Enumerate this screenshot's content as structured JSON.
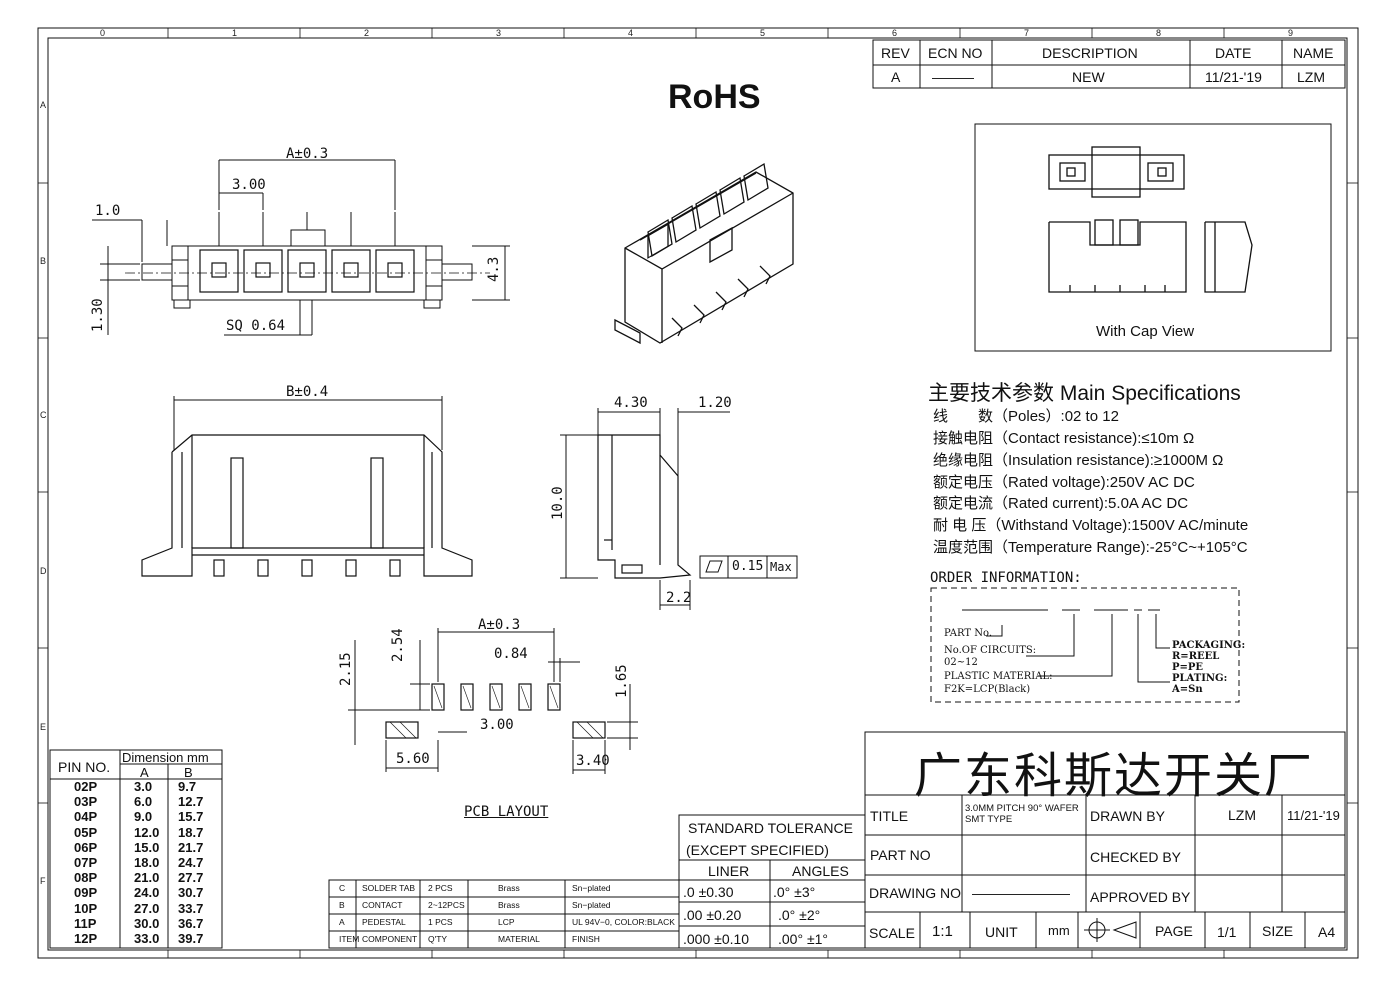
{
  "grid": {
    "columns": [
      "0",
      "1",
      "2",
      "3",
      "4",
      "5",
      "6",
      "7",
      "8",
      "9"
    ],
    "rows": [
      "A",
      "B",
      "C",
      "D",
      "E",
      "F"
    ]
  },
  "rohs": "RoHS",
  "revision_table": {
    "headers": [
      "REV",
      "ECN NO",
      "DESCRIPTION",
      "DATE",
      "NAME"
    ],
    "row": [
      "A",
      "———",
      "NEW",
      "11/21-'19",
      "LZM"
    ]
  },
  "top_view": {
    "dim_a": "A±0.3",
    "dim_pitch": "3.00",
    "dim_10": "1.0",
    "dim_43": "4.3",
    "dim_130": "1.30",
    "dim_sq": "SQ 0.64"
  },
  "front_view": {
    "dim_b": "B±0.4"
  },
  "side_view": {
    "dim_430": "4.30",
    "dim_120": "1.20",
    "dim_100": "10.0",
    "dim_22": "2.2",
    "flatness_value": "0.15",
    "flatness_max": "Max"
  },
  "pcb_layout": {
    "title": "PCB LAYOUT",
    "dim_a": "A±0.3",
    "dim_254": "2.54",
    "dim_215": "2.15",
    "dim_084": "0.84",
    "dim_165": "1.65",
    "dim_300": "3.00",
    "dim_560": "5.60",
    "dim_340": "3.40"
  },
  "cap_view_label": "With Cap View",
  "specs": {
    "title_cn": "主要技术参数",
    "title_en": "Main Specifications",
    "items": [
      {
        "cn": "线　　数",
        "en": "（Poles）:02 to 12"
      },
      {
        "cn": "接触电阻",
        "en": "（Contact resistance):≤10m Ω"
      },
      {
        "cn": "绝缘电阻",
        "en": "（Insulation resistance):≥1000M Ω"
      },
      {
        "cn": "额定电压",
        "en": "（Rated voltage):250V AC DC"
      },
      {
        "cn": "额定电流",
        "en": "（Rated current):5.0A AC DC"
      },
      {
        "cn": "耐 电 压",
        "en": "（Withstand Voltage):1500V AC/minute"
      },
      {
        "cn": "温度范围",
        "en": "（Temperature Range):-25°C~+105°C"
      }
    ]
  },
  "order_info": {
    "title": "ORDER INFORMATION:",
    "left_lines": [
      "PART No.",
      "No.OF CIRCUITS:",
      "02~12",
      "PLASTIC MATERIAL:",
      "F2K=LCP(Black)"
    ],
    "right_lines": [
      "PACKAGING:",
      "R=REEL",
      "P=PE",
      "PLATING:",
      "A=Sn"
    ]
  },
  "dimension_table": {
    "header_pin": "PIN NO.",
    "header_dim": "Dimension mm",
    "header_a": "A",
    "header_b": "B",
    "rows": [
      [
        "02P",
        "3.0",
        "9.7"
      ],
      [
        "03P",
        "6.0",
        "12.7"
      ],
      [
        "04P",
        "9.0",
        "15.7"
      ],
      [
        "05P",
        "12.0",
        "18.7"
      ],
      [
        "06P",
        "15.0",
        "21.7"
      ],
      [
        "07P",
        "18.0",
        "24.7"
      ],
      [
        "08P",
        "21.0",
        "27.7"
      ],
      [
        "09P",
        "24.0",
        "30.7"
      ],
      [
        "10P",
        "27.0",
        "33.7"
      ],
      [
        "11P",
        "30.0",
        "36.7"
      ],
      [
        "12P",
        "33.0",
        "39.7"
      ]
    ]
  },
  "bom_table": {
    "rows": [
      [
        "C",
        "SOLDER TAB",
        "2 PCS",
        "Brass",
        "Sn−plated"
      ],
      [
        "B",
        "CONTACT",
        "2~12PCS",
        "Brass",
        "Sn−plated"
      ],
      [
        "A",
        "PEDESTAL",
        "1 PCS",
        "LCP",
        "UL 94V−0, COLOR:BLACK"
      ],
      [
        "ITEM",
        "COMPONENT",
        "Q'TY",
        "MATERIAL",
        "FINISH"
      ]
    ]
  },
  "tolerance": {
    "title1": "STANDARD TOLERANCE",
    "title2": "(EXCEPT SPECIFIED)",
    "liner": "LINER",
    "angles": "ANGLES",
    "rows": [
      [
        ".0 ±0.30",
        ".0° ±3°"
      ],
      [
        ".00 ±0.20",
        ".0° ±2°"
      ],
      [
        ".000 ±0.10",
        ".00° ±1°"
      ]
    ]
  },
  "title_block": {
    "company": "广东科斯达开关厂",
    "title_label": "TITLE",
    "title_value": "3.0MM PITCH 90° WAFER SMT TYPE",
    "drawn_by_label": "DRAWN BY",
    "drawn_by_value": "LZM",
    "drawn_date": "11/21-'19",
    "part_no_label": "PART NO",
    "checked_by_label": "CHECKED BY",
    "drawing_no_label": "DRAWING NO",
    "drawing_no_value": "———————",
    "approved_by_label": "APPROVED BY",
    "scale_label": "SCALE",
    "scale_value": "1:1",
    "unit_label": "UNIT",
    "unit_value": "mm",
    "page_label": "PAGE",
    "page_value": "1/1",
    "size_label": "SIZE",
    "size_value": "A4"
  }
}
